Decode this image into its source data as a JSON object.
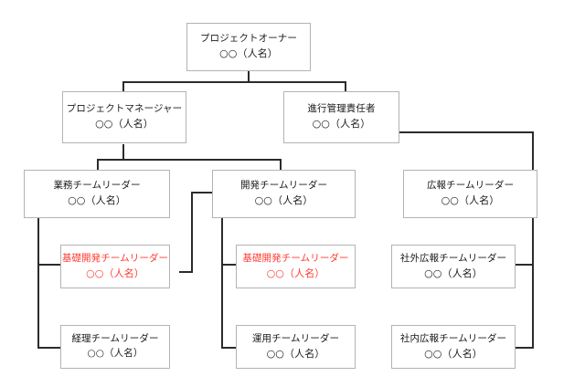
{
  "chart": {
    "type": "org-chart",
    "title": "",
    "person_placeholder": "○○（人名）",
    "highlight_color": "#ff3b30",
    "line_color": "#2b2b2b",
    "box_border_color": "#b3b3b3",
    "background_color": "#ffffff",
    "nodes": [
      {
        "id": "owner",
        "title": "プロジェクトオーナー",
        "person": "○○（人名）",
        "level": 1,
        "highlight": false
      },
      {
        "id": "project-manager",
        "title": "プロジェクトマネージャー",
        "person": "○○（人名）",
        "level": 2,
        "highlight": false
      },
      {
        "id": "progress-manager",
        "title": "進行管理責任者",
        "person": "○○（人名）",
        "level": 2,
        "highlight": false
      },
      {
        "id": "business-team-leader",
        "title": "業務チームリーダー",
        "person": "○○（人名）",
        "level": 3,
        "highlight": false
      },
      {
        "id": "development-team-leader",
        "title": "開発チームリーダー",
        "person": "○○（人名）",
        "level": 3,
        "highlight": false
      },
      {
        "id": "pr-team-leader",
        "title": "広報チームリーダー",
        "person": "○○（人名）",
        "level": 3,
        "highlight": false
      },
      {
        "id": "basic-development-team-leader-left",
        "title": "基礎開発チームリーダー",
        "person": "○○（人名）",
        "level": 4,
        "highlight": true
      },
      {
        "id": "basic-development-team-leader-middle",
        "title": "基礎開発チームリーダー",
        "person": "○○（人名）",
        "level": 4,
        "highlight": true
      },
      {
        "id": "external-pr-team-leader",
        "title": "社外広報チームリーダー",
        "person": "○○（人名）",
        "level": 4,
        "highlight": false
      },
      {
        "id": "accounting-team-leader",
        "title": "経理チームリーダー",
        "person": "○○（人名）",
        "combined": "経理チームリーダー○○（人名）",
        "level": 5,
        "highlight": false,
        "wrapped": true
      },
      {
        "id": "operations-team-leader",
        "title": "運用チームリーダー",
        "person": "○○（人名）",
        "level": 5,
        "highlight": false
      },
      {
        "id": "internal-pr-team-leader",
        "title": "社内広報チームリーダー",
        "person": "○○（人名）",
        "level": 5,
        "highlight": false
      }
    ]
  }
}
